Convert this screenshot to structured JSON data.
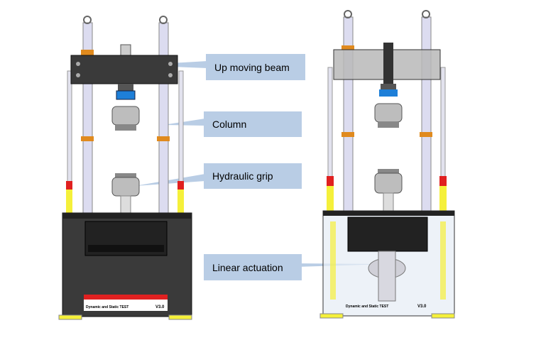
{
  "callouts": [
    {
      "label": "Up moving beam"
    },
    {
      "label": "Column"
    },
    {
      "label": "Hydraulic grip"
    },
    {
      "label": "Linear actuation"
    }
  ],
  "left_machine": {
    "plate_text": "Dynamic and Static TEST",
    "version": "V3.0"
  },
  "right_machine": {
    "plate_text": "Dynamic and Static TEST",
    "version": "V3.0"
  },
  "colors": {
    "callout": "#b9cde5",
    "frame": "#3a3a3a",
    "column": "#dcdcf0",
    "accent_orange": "#e08a1e",
    "grip_blue": "#1e7fd8",
    "red": "#e02020",
    "yellow": "#f5f03a"
  }
}
